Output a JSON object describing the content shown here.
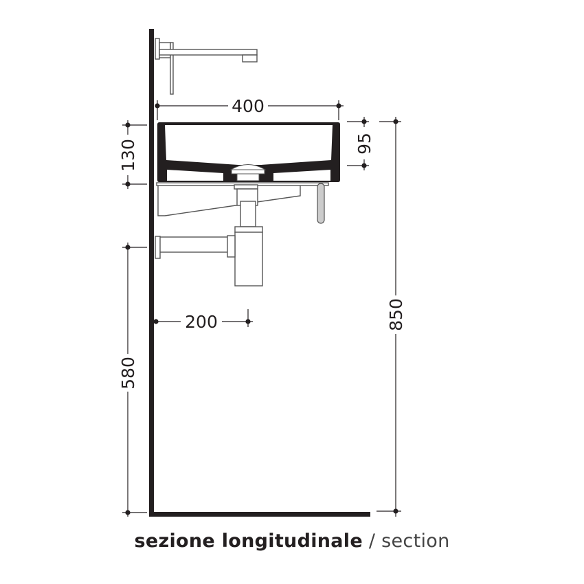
{
  "drawing": {
    "title_it": "sezione longitudinale",
    "separator": " / ",
    "title_en": "section",
    "colors": {
      "ink": "#231f20",
      "fixture_outline": "#555555",
      "fixture_fill": "#ffffff",
      "handle_fill": "#cccccc"
    },
    "dimensions": {
      "basin_width": "400",
      "basin_height": "130",
      "basin_depth": "95",
      "trap_projection": "200",
      "trap_height": "580",
      "total_height": "850"
    },
    "components": [
      "wall",
      "floor",
      "wall-mounted-faucet",
      "washbasin",
      "drain-valve",
      "support-bracket",
      "towel-bar",
      "bottle-trap"
    ]
  }
}
